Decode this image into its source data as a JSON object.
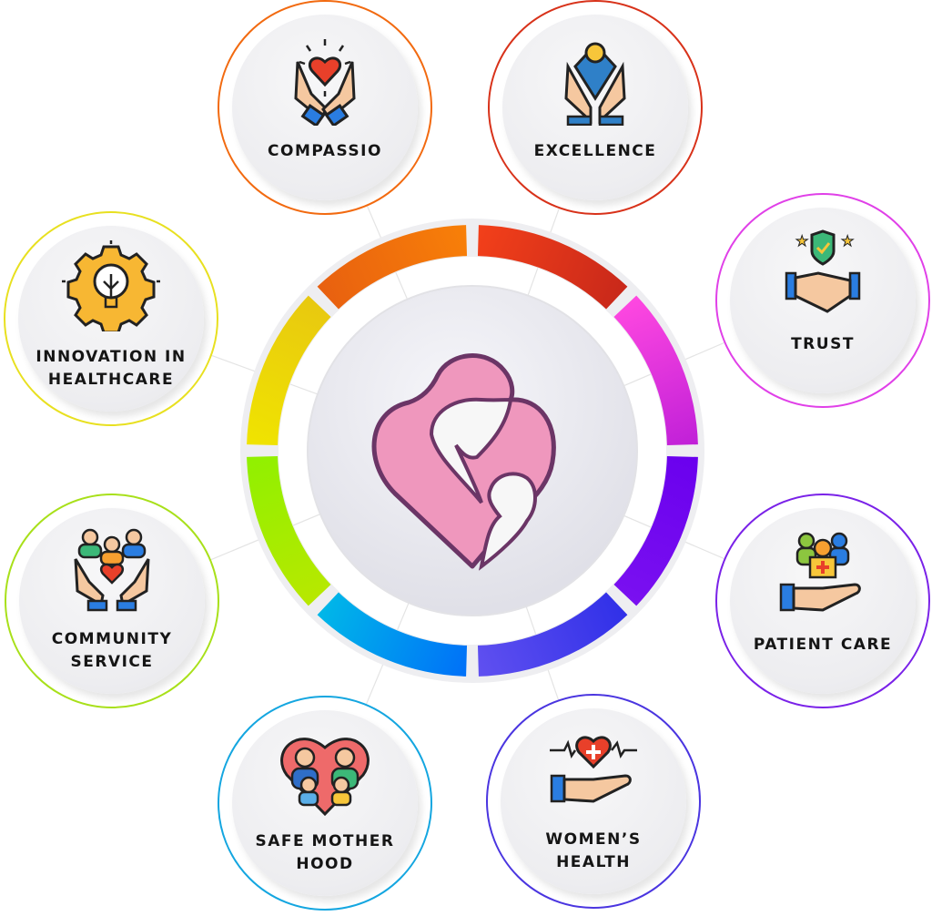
{
  "center": {
    "icon": "mother-baby-heart-logo",
    "colors": {
      "fill": "#ef97bd",
      "stroke": "#6b3566",
      "face": "#f7f7f7"
    }
  },
  "nodes": [
    {
      "id": "compassion",
      "lines": [
        "COMPASSIO"
      ],
      "icon": "hands-heart-icon",
      "color": "#f26a10"
    },
    {
      "id": "excellence",
      "lines": [
        "EXCELLENCE"
      ],
      "icon": "hands-diamond-bulb-icon",
      "color": "#d8321a"
    },
    {
      "id": "trust",
      "lines": [
        "TRUST"
      ],
      "icon": "handshake-shield-icon",
      "color": "#e040e8"
    },
    {
      "id": "patient-care",
      "lines": [
        "PATIENT CARE"
      ],
      "icon": "hand-patients-icon",
      "color": "#7a22e8"
    },
    {
      "id": "womens-health",
      "lines": [
        "WOMEN’S",
        "HEALTH"
      ],
      "icon": "hand-heart-pulse-icon",
      "color": "#4a35e0"
    },
    {
      "id": "safe-motherhood",
      "lines": [
        "SAFE MOTHER",
        "HOOD"
      ],
      "icon": "family-heart-icon",
      "color": "#14a6e0"
    },
    {
      "id": "community-service",
      "lines": [
        "COMMUNITY",
        "SERVICE"
      ],
      "icon": "hands-community-icon",
      "color": "#a8e01a"
    },
    {
      "id": "innovation",
      "lines": [
        "INNOVATION IN",
        "HEALTHCARE"
      ],
      "icon": "gear-bulb-icon",
      "color": "#e8e020"
    }
  ],
  "ring_segments": [
    {
      "from": "#f3401a",
      "to": "#c8281a"
    },
    {
      "from": "#ff48e0",
      "to": "#c020d8"
    },
    {
      "from": "#6a00ee",
      "to": "#7a10f0"
    },
    {
      "from": "#3030e8",
      "to": "#6050f0"
    },
    {
      "from": "#0070f8",
      "to": "#00b8e8"
    },
    {
      "from": "#b8e800",
      "to": "#90f000"
    },
    {
      "from": "#f0e400",
      "to": "#e8c810"
    },
    {
      "from": "#e86010",
      "to": "#f88008"
    }
  ]
}
